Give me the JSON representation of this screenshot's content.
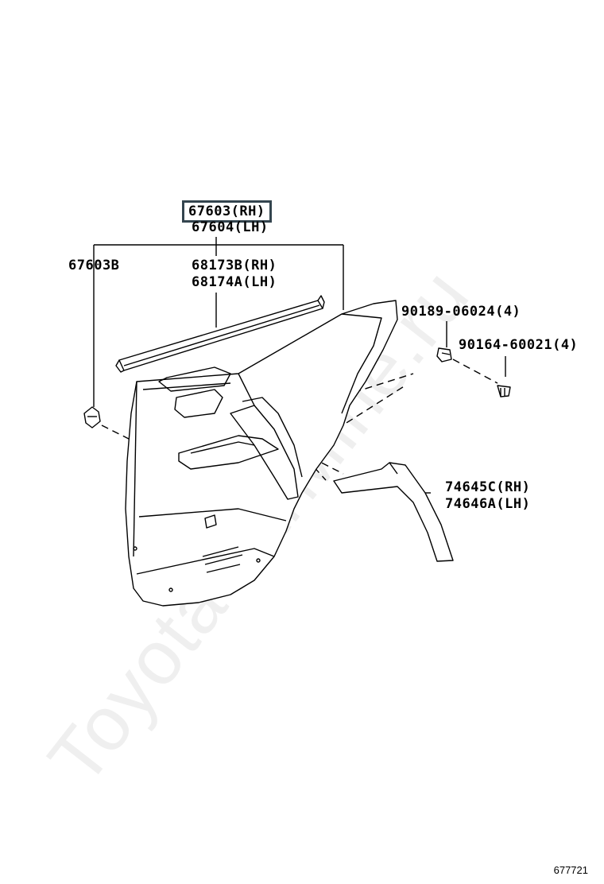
{
  "labels": {
    "upper_board_rh": "67603(RH)",
    "upper_board_lh": "67604(LH)",
    "clip_left": "67603B",
    "weatherstrip_rh": "68173B(RH)",
    "weatherstrip_lh": "68174A(LH)",
    "clip_right": "90189-06024(4)",
    "screw": "90164-60021(4)",
    "garnish_rh": "74645C(RH)",
    "garnish_lh": "74646A(LH)"
  },
  "figure_id": "677721",
  "watermark": "ToyotaCarMine.ru",
  "colors": {
    "highlight_border": "#34454f",
    "line": "#000000"
  }
}
